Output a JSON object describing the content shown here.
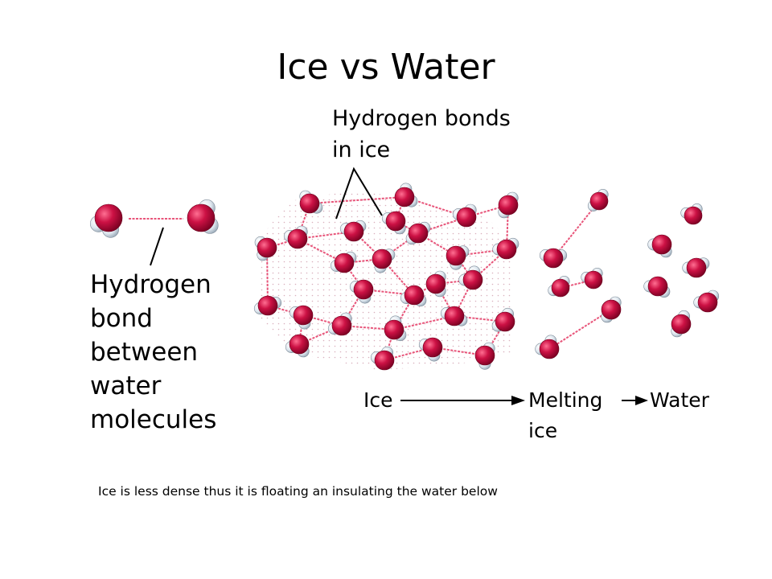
{
  "title": "Ice vs Water",
  "labels": {
    "hbond_ice_line1": "Hydrogen bonds",
    "hbond_ice_line2": "in ice",
    "hbond_between": [
      "Hydrogen",
      "bond",
      "between",
      "water",
      "molecules"
    ],
    "ice": "Ice",
    "melting_line1": "Melting",
    "melting_line2": "ice",
    "water": "Water"
  },
  "caption": "Ice is less dense thus it is floating an insulating the water below",
  "colors": {
    "oxygen": "#cc1144",
    "hydrogen": "#dde6ee",
    "bond": "#e8557a",
    "text": "#000000"
  },
  "icons": {
    "molecule": "water-molecule-icon",
    "arrow": "right-arrow-icon"
  }
}
